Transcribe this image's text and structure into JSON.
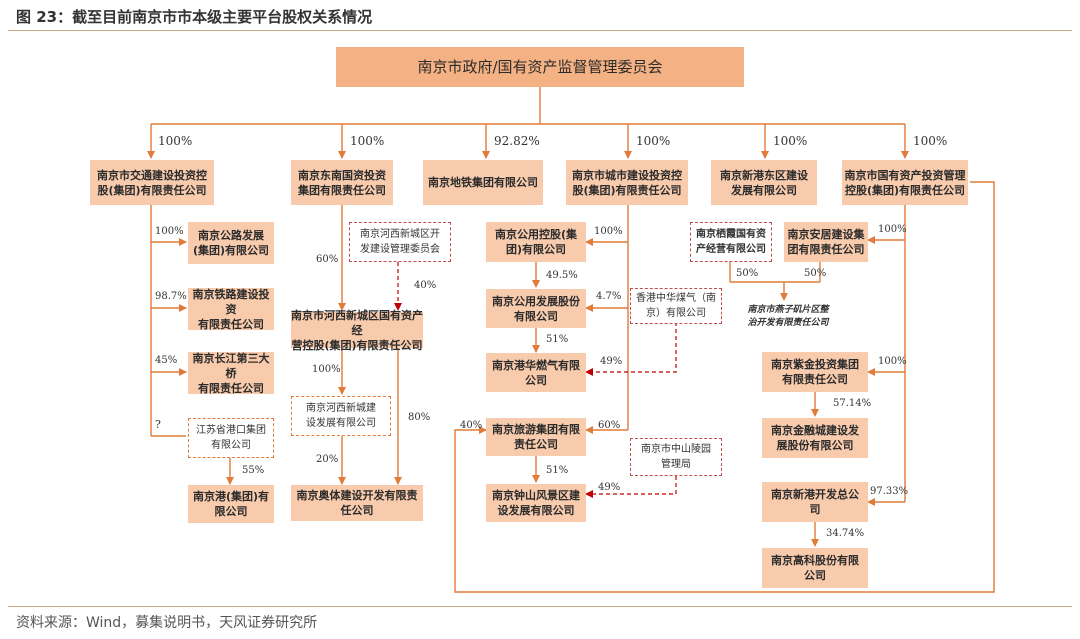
{
  "title": "图 23：截至目前南京市市本级主要平台股权关系情况",
  "footer": "资料来源：Wind，募集说明书，天风证券研究所",
  "nodes": {
    "gov": "南京市政府/国有资产监督管理委员会",
    "jiaotong": "南京市交通建设投资控\n股(集团)有限责任公司",
    "dongnan": "南京东南国资投资\n集团有限责任公司",
    "ditie": "南京地铁集团有限公司",
    "chengjian": "南京市城市建设投资控\n股(集团)有限责任公司",
    "xingang_dq": "南京新港东区建设\n发展有限公司",
    "guoyou": "南京市国有资产投资管理\n控股(集团)有限责任公司",
    "gonglu": "南京公路发展\n(集团)有限公司",
    "tielu": "南京铁路建设投资\n有限责任公司",
    "changjiang": "南京长江第三大桥\n有限责任公司",
    "jsgk": "江苏省港口集团\n有限公司",
    "njgang": "南京港(集团)有\n限公司",
    "hexi_weiyuan": "南京河西新城区开\n发建设管理委员会",
    "hexi_guoyou": "南京市河西新城区国有资产经\n营控股(集团)有限责任公司",
    "hexi_jianshe": "南京河西新城建\n设发展有限公司",
    "aoti": "南京奥体建设开发有限责\n任公司",
    "gongyong": "南京公用控股(集\n团)有限公司",
    "gongyong_fz": "南京公用发展股份\n有限公司",
    "ganghua": "南京港华燃气有限\n公司",
    "hk_gas": "香港中华煤气（南\n京）有限公司",
    "lvyou": "南京旅游集团有限\n责任公司",
    "zhongshan_glj": "南京市中山陵园\n管理局",
    "zhongshan_fj": "南京钟山风景区建\n设发展有限公司",
    "qixia": "南京栖霞国有资\n产经营有限公司",
    "anju": "南京安居建设集\n团有限责任公司",
    "yanzi": "南京市燕子矶片区整\n治开发有限责任公司",
    "zijin": "南京紫金投资集团\n有限责任公司",
    "jinrong": "南京金融城建设发\n展股份有限公司",
    "xingang_kf": "南京新港开发总公\n司",
    "gaoke": "南京高科股份有限\n公司"
  },
  "labels": {
    "p_jiaotong": "100%",
    "p_dongnan": "100%",
    "p_ditie": "92.82%",
    "p_chengjian": "100%",
    "p_xingang_dq": "100%",
    "p_guoyou": "100%",
    "p_gonglu": "100%",
    "p_tielu": "98.7%",
    "p_changjiang": "45%",
    "p_jsgk": "?",
    "p_njgang": "55%",
    "p_hexi_60": "60%",
    "p_hexi_40": "40%",
    "p_hexi_js": "100%",
    "p_aoti_20": "20%",
    "p_aoti_80": "80%",
    "p_gongyong": "100%",
    "p_gongyong_fz": "49.5%",
    "p_gongyong_fz_2": "4.7%",
    "p_ganghua": "51%",
    "p_ganghua_49": "49%",
    "p_lvyou_40": "40%",
    "p_lvyou_60": "60%",
    "p_zhongshan_51": "51%",
    "p_zhongshan_49": "49%",
    "p_anju": "100%",
    "p_yanzi_qx": "50%",
    "p_yanzi_aj": "50%",
    "p_zijin": "100%",
    "p_jinrong": "57.14%",
    "p_xingang_kf": "97.33%",
    "p_gaoke": "34.74%"
  }
}
